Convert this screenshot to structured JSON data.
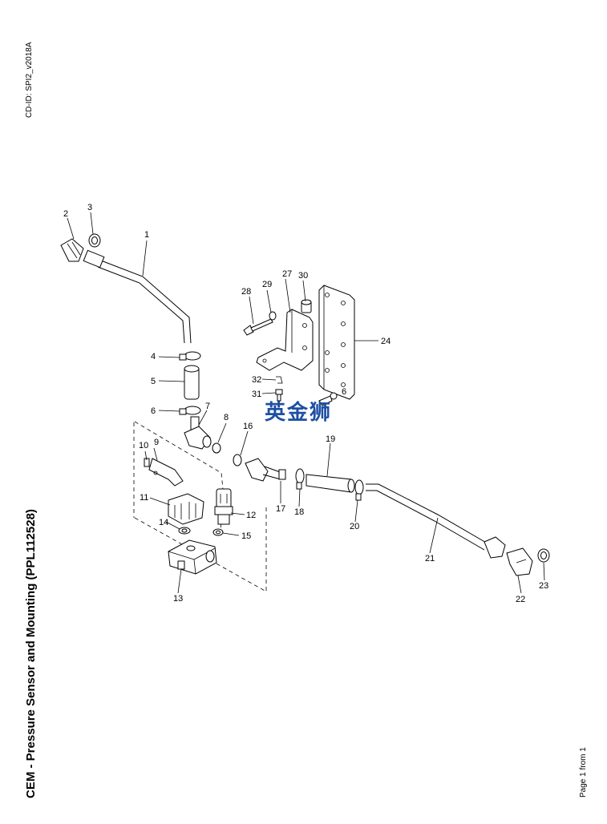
{
  "document": {
    "cd_id": "CD-ID: SPI2_v2018A",
    "title": "CEM - Pressure Sensor and Mounting (PPL112528)",
    "page_info": "Page 1 from 1"
  },
  "watermark": {
    "text": "英金狮",
    "color": "#1e4fa3"
  },
  "callouts": [
    "1",
    "2",
    "3",
    "4",
    "5",
    "6",
    "7",
    "8",
    "9",
    "10",
    "11",
    "12",
    "13",
    "14",
    "15",
    "16",
    "17",
    "18",
    "19",
    "20",
    "21",
    "22",
    "23",
    "24",
    "27",
    "28",
    "29",
    "30",
    "31",
    "32",
    "6"
  ]
}
